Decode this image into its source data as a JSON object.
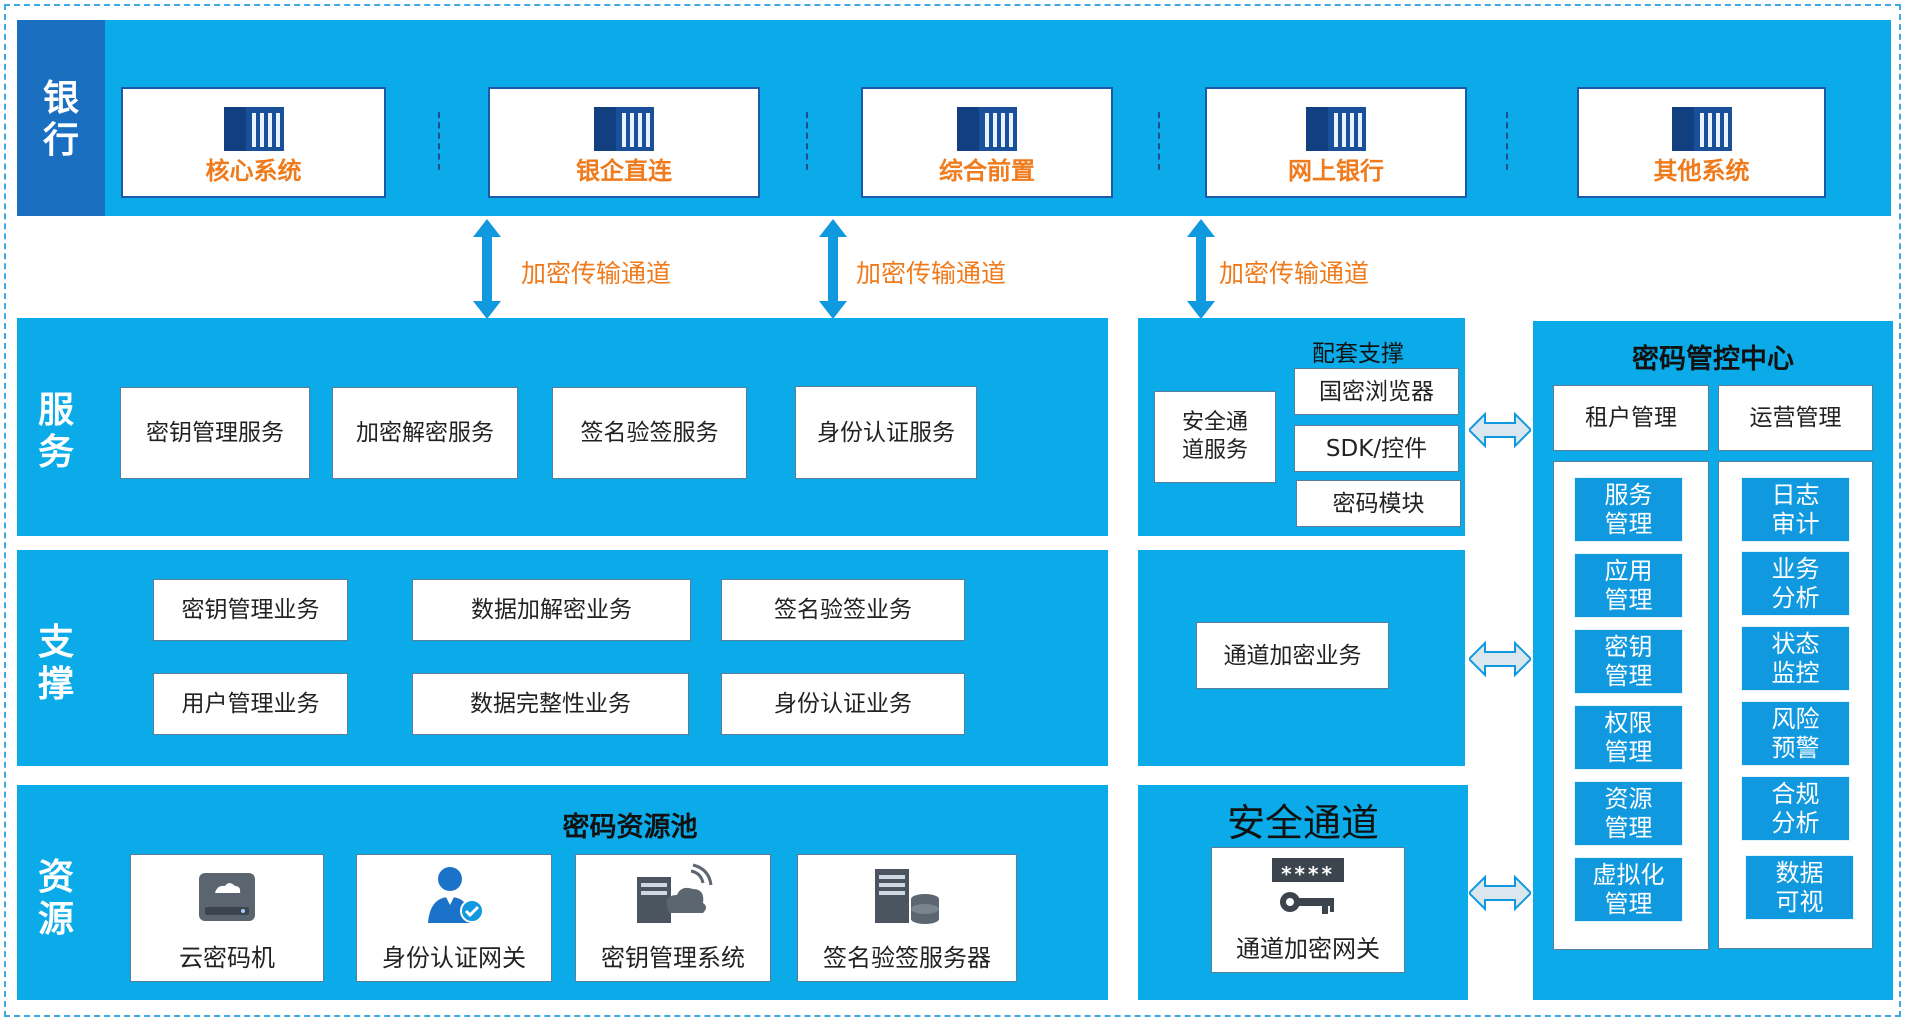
{
  "bank": {
    "label": "银\n行",
    "systems": [
      "核心系统",
      "银企直连",
      "综合前置",
      "网上银行",
      "其他系统"
    ]
  },
  "channels": [
    "加密传输通道",
    "加密传输通道",
    "加密传输通道"
  ],
  "service": {
    "label": "服\n务",
    "items": [
      "密钥管理服务",
      "加密解密服务",
      "签名验签服务",
      "身份认证服务"
    ]
  },
  "support": {
    "label": "支\n撑",
    "items": [
      "密钥管理业务",
      "数据加解密业务",
      "签名验签业务",
      "用户管理业务",
      "数据完整性业务",
      "身份认证业务"
    ]
  },
  "resource": {
    "label": "资\n源",
    "pool_title": "密码资源池",
    "items": [
      "云密码机",
      "身份认证网关",
      "密钥管理系统",
      "签名验签服务器"
    ]
  },
  "secure_channel_service": {
    "box": "安全通\n道服务",
    "support_title": "配套支撑",
    "support_items": [
      "国密浏览器",
      "SDK/控件",
      "密码模块"
    ]
  },
  "channel_encrypt_business": "通道加密业务",
  "secure_channel": {
    "title": "安全通道",
    "gateway": "通道加密网关",
    "key_mask": "****"
  },
  "control_center": {
    "title": "密码管控中心",
    "tenant": {
      "header": "租户管理",
      "items": [
        "服务\n管理",
        "应用\n管理",
        "密钥\n管理",
        "权限\n管理",
        "资源\n管理",
        "虚拟化\n管理"
      ]
    },
    "ops": {
      "header": "运营管理",
      "items": [
        "日志\n审计",
        "业务\n分析",
        "状态\n监控",
        "风险\n预警",
        "合规\n分析",
        "数据\n可视"
      ]
    }
  },
  "colors": {
    "band": "#0aabe8",
    "bank_side": "#1b6fc0",
    "accent_orange": "#f07b1d",
    "inner_blue": "#1199e0",
    "dark_blue": "#1a5aa8"
  }
}
